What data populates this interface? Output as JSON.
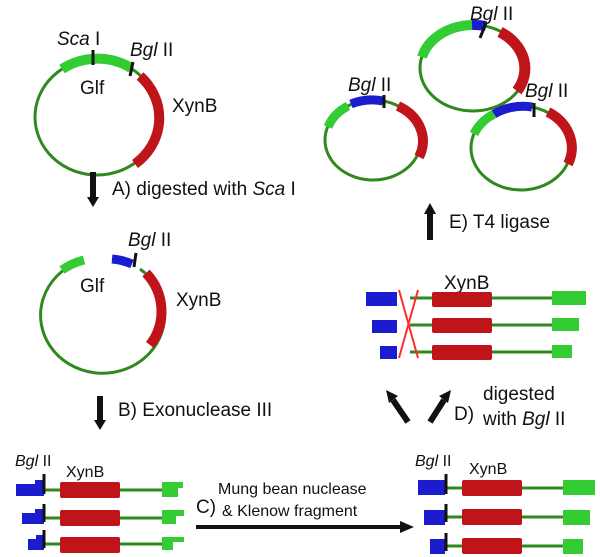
{
  "colors": {
    "green_backbone": "#2e8a1d",
    "green_block": "#33cc33",
    "red_gene": "#c0141b",
    "blue_block": "#1c1ccf",
    "black": "#111111",
    "cross": "#ff2b2b"
  },
  "labels": {
    "sca": "Sca",
    "one": "I",
    "bgl": "Bgl",
    "two": "II",
    "glf": "Glf",
    "xynb": "XynB"
  },
  "steps": {
    "a_prefix": "A) digested with ",
    "a_enzyme": "Sca",
    "a_suffix": " I",
    "b": "B) Exonuclease III",
    "c_letter": "C)",
    "c_line1": "Mung bean nuclease",
    "c_line2": "& Klenow fragment",
    "d_letter": "D)",
    "d_line1": "digested",
    "d_line2_prefix": "with ",
    "d_line2_enzyme": "Bgl",
    "d_line2_suffix": " II",
    "e": "E) T4 ligase"
  }
}
